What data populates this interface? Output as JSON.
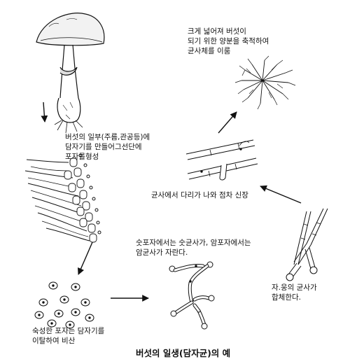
{
  "labels": {
    "mushroom_part": "버섯의 일부(주름,관공등)에\n담자기를 만들어그선단에\n포자를형성",
    "spores_release": "숙성한 포자는 담자기를\n이탈하여 비산",
    "germination": "숫포자에서는 숫균사가, 암포자에서는\n암균사가 자란다.",
    "fusion": "자.웅의 균사가\n합체한다.",
    "clamp_growth": "균사에서 다리가 나와 점차 신장",
    "mycelium": "크게 넓어져 버섯이\n되기 위한 양분을 축적하여\n균사체를 이룸"
  },
  "title": "버섯의 일생(담자균)의 예"
}
